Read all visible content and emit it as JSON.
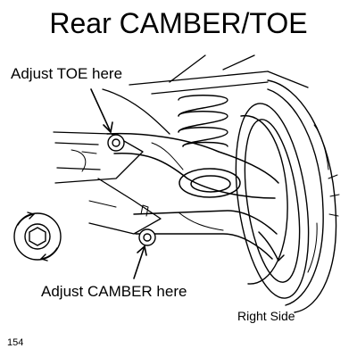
{
  "title": "Rear CAMBER/TOE",
  "labels": {
    "toe": "Adjust TOE here",
    "camber": "Adjust CAMBER here",
    "side": "Right Side"
  },
  "page_number": "154"
}
